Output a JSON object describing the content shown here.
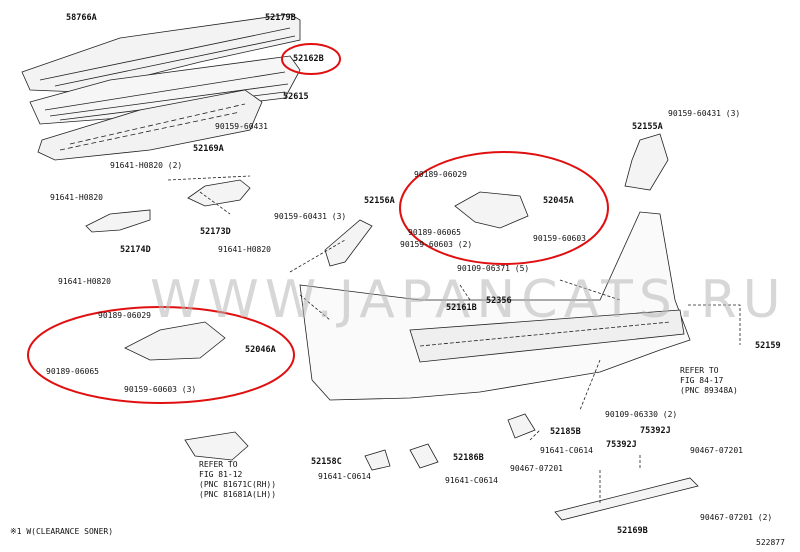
{
  "watermark": "WWW.JAPANCATS.RU",
  "highlight_color": "#e01010",
  "parts": {
    "p58766A": "58766A",
    "p52179B": "52179B",
    "p52162B": "52162B",
    "p52615": "52615",
    "p90159_60431_a": "90159-60431",
    "p52169A": "52169A",
    "p91641_H0820_2": "91641-H0820 (2)",
    "p91641_H0820_a": "91641-H0820",
    "p52173D": "52173D",
    "p91641_H0820_b": "91641-H0820",
    "p52174D": "52174D",
    "p91641_H0820_c": "91641-H0820",
    "p90159_60431_3a": "90159-60431 (3)",
    "p52156A": "52156A",
    "p90189_06029_a": "90189-06029",
    "p52045A": "52045A",
    "p90189_06065_a": "90189-06065",
    "p90159_60603_2": "90159-60603 (2)",
    "p90159_60603_a": "90159-60603",
    "p90109_06371_5": "90109-06371 (5)",
    "p52356": "52356",
    "p52161B": "52161B",
    "p90189_06029_b": "90189-06029",
    "p52046A": "52046A",
    "p90189_06065_b": "90189-06065",
    "p90159_60603_3": "90159-60603 (3)",
    "p90159_60431_3b": "90159-60431 (3)",
    "p52155A": "52155A",
    "p52159": "52159",
    "p90109_06330_2": "90109-06330 (2)",
    "p52185B": "52185B",
    "p91641_C0614_a": "91641-C0614",
    "p75392J_a": "75392J",
    "p75392J_b": "75392J",
    "p90467_07201_a": "90467-07201",
    "p90467_07201_b": "90467-07201",
    "p52158C": "52158C",
    "p52186B": "52186B",
    "p91641_C0614_b": "91641-C0614",
    "p91641_C0614_c": "91641-C0614",
    "p52169B": "52169B",
    "p90467_07201_2": "90467-07201 (2)"
  },
  "refs": {
    "ref_right": "REFER TO\nFIG 84-17\n(PNC 89348A)",
    "ref_left": "REFER TO\nFIG 81-12\n(PNC 81671C(RH))\n(PNC 81681A(LH))"
  },
  "footnote": "※1 W(CLEARANCE SONER)",
  "diagram_id": "522877"
}
